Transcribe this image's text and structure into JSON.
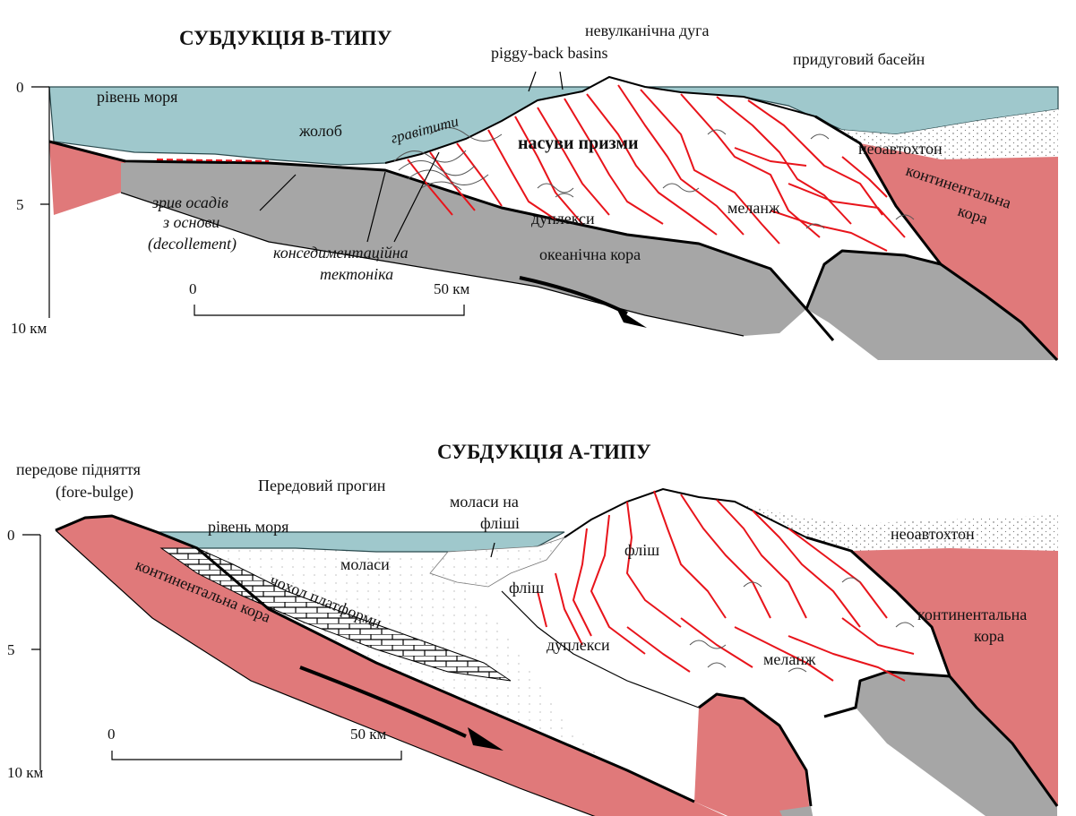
{
  "panel_b": {
    "title": "СУБДУКЦІЯ В-ТИПУ",
    "nonvolcanic_arc": "невулканічна дуга",
    "piggyback": "piggy-back basins",
    "forearc_basin": "придуговий басейн",
    "sea_level": "рівень моря",
    "trench": "жолоб",
    "gravitites": "гравітити",
    "prism_thrusts": "насуви призми",
    "neoautochthon": "неоавтохтон",
    "continental_crust_1": "континентальна",
    "continental_crust_2": "кора",
    "decollement_1": "зрив осадів",
    "decollement_2": "з основи",
    "decollement_3": "(decollement)",
    "duplexes": "дуплекси",
    "melange": "меланж",
    "consed_1": "конседиментаційна",
    "consed_2": "тектоніка",
    "oceanic_crust": "океанічна кора",
    "scale_zero": "0",
    "scale_fifty": "50 км",
    "depth_0": "0",
    "depth_5": "5",
    "depth_10": "10 км"
  },
  "panel_a": {
    "title": "СУБДУКЦІЯ А-ТИПУ",
    "forebulge_1": "передове підняття",
    "forebulge_2": "(fore-bulge)",
    "foredeep": "Передовий прогин",
    "molasse_on_flysch_1": "моласи на",
    "molasse_on_flysch_2": "фліші",
    "sea_level": "рівень моря",
    "neoautochthon": "неоавтохтон",
    "molasse": "моласи",
    "flysch_1": "фліш",
    "flysch_2": "фліш",
    "platform_cover": "чохол платформи",
    "continental_crust_left": "континентальна кора",
    "continental_crust_right_1": "континентальна",
    "continental_crust_right_2": "кора",
    "duplexes": "дуплекси",
    "melange": "меланж",
    "scale_zero": "0",
    "scale_fifty": "50 км",
    "depth_0": "0",
    "depth_5": "5",
    "depth_10": "10 км"
  },
  "colors": {
    "sea": "#9fc8cc",
    "continental_crust": "#e0797a",
    "oceanic_crust": "#a6a6a6",
    "thrust_faults": "#e8141b"
  }
}
